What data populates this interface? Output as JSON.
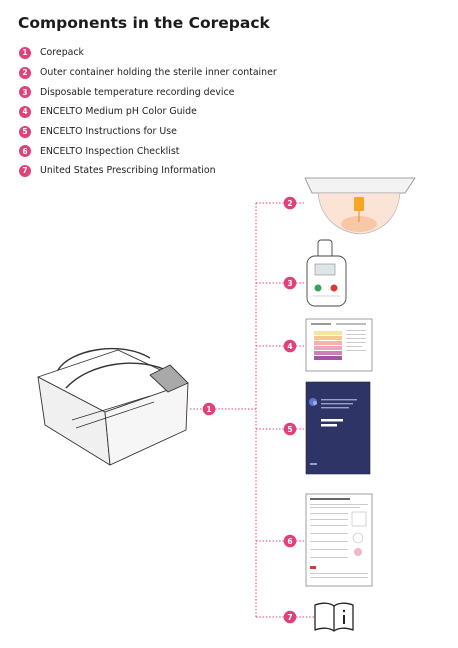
{
  "title": "Components in the Corepack",
  "components": [
    {
      "number": "1",
      "label": "Corepack"
    },
    {
      "number": "2",
      "label": "Outer container holding the sterile inner container"
    },
    {
      "number": "3",
      "label": "Disposable temperature recording device"
    },
    {
      "number": "4",
      "label": "ENCELTO Medium pH Color Guide"
    },
    {
      "number": "5",
      "label": "ENCELTO Instructions for Use"
    },
    {
      "number": "6",
      "label": "ENCELTO Inspection Checklist"
    },
    {
      "number": "7",
      "label": "United States Prescribing Information"
    }
  ],
  "colors": {
    "accent": "#e0417a",
    "booklet": "#2e3566"
  },
  "book_icon": "book-info-icon"
}
